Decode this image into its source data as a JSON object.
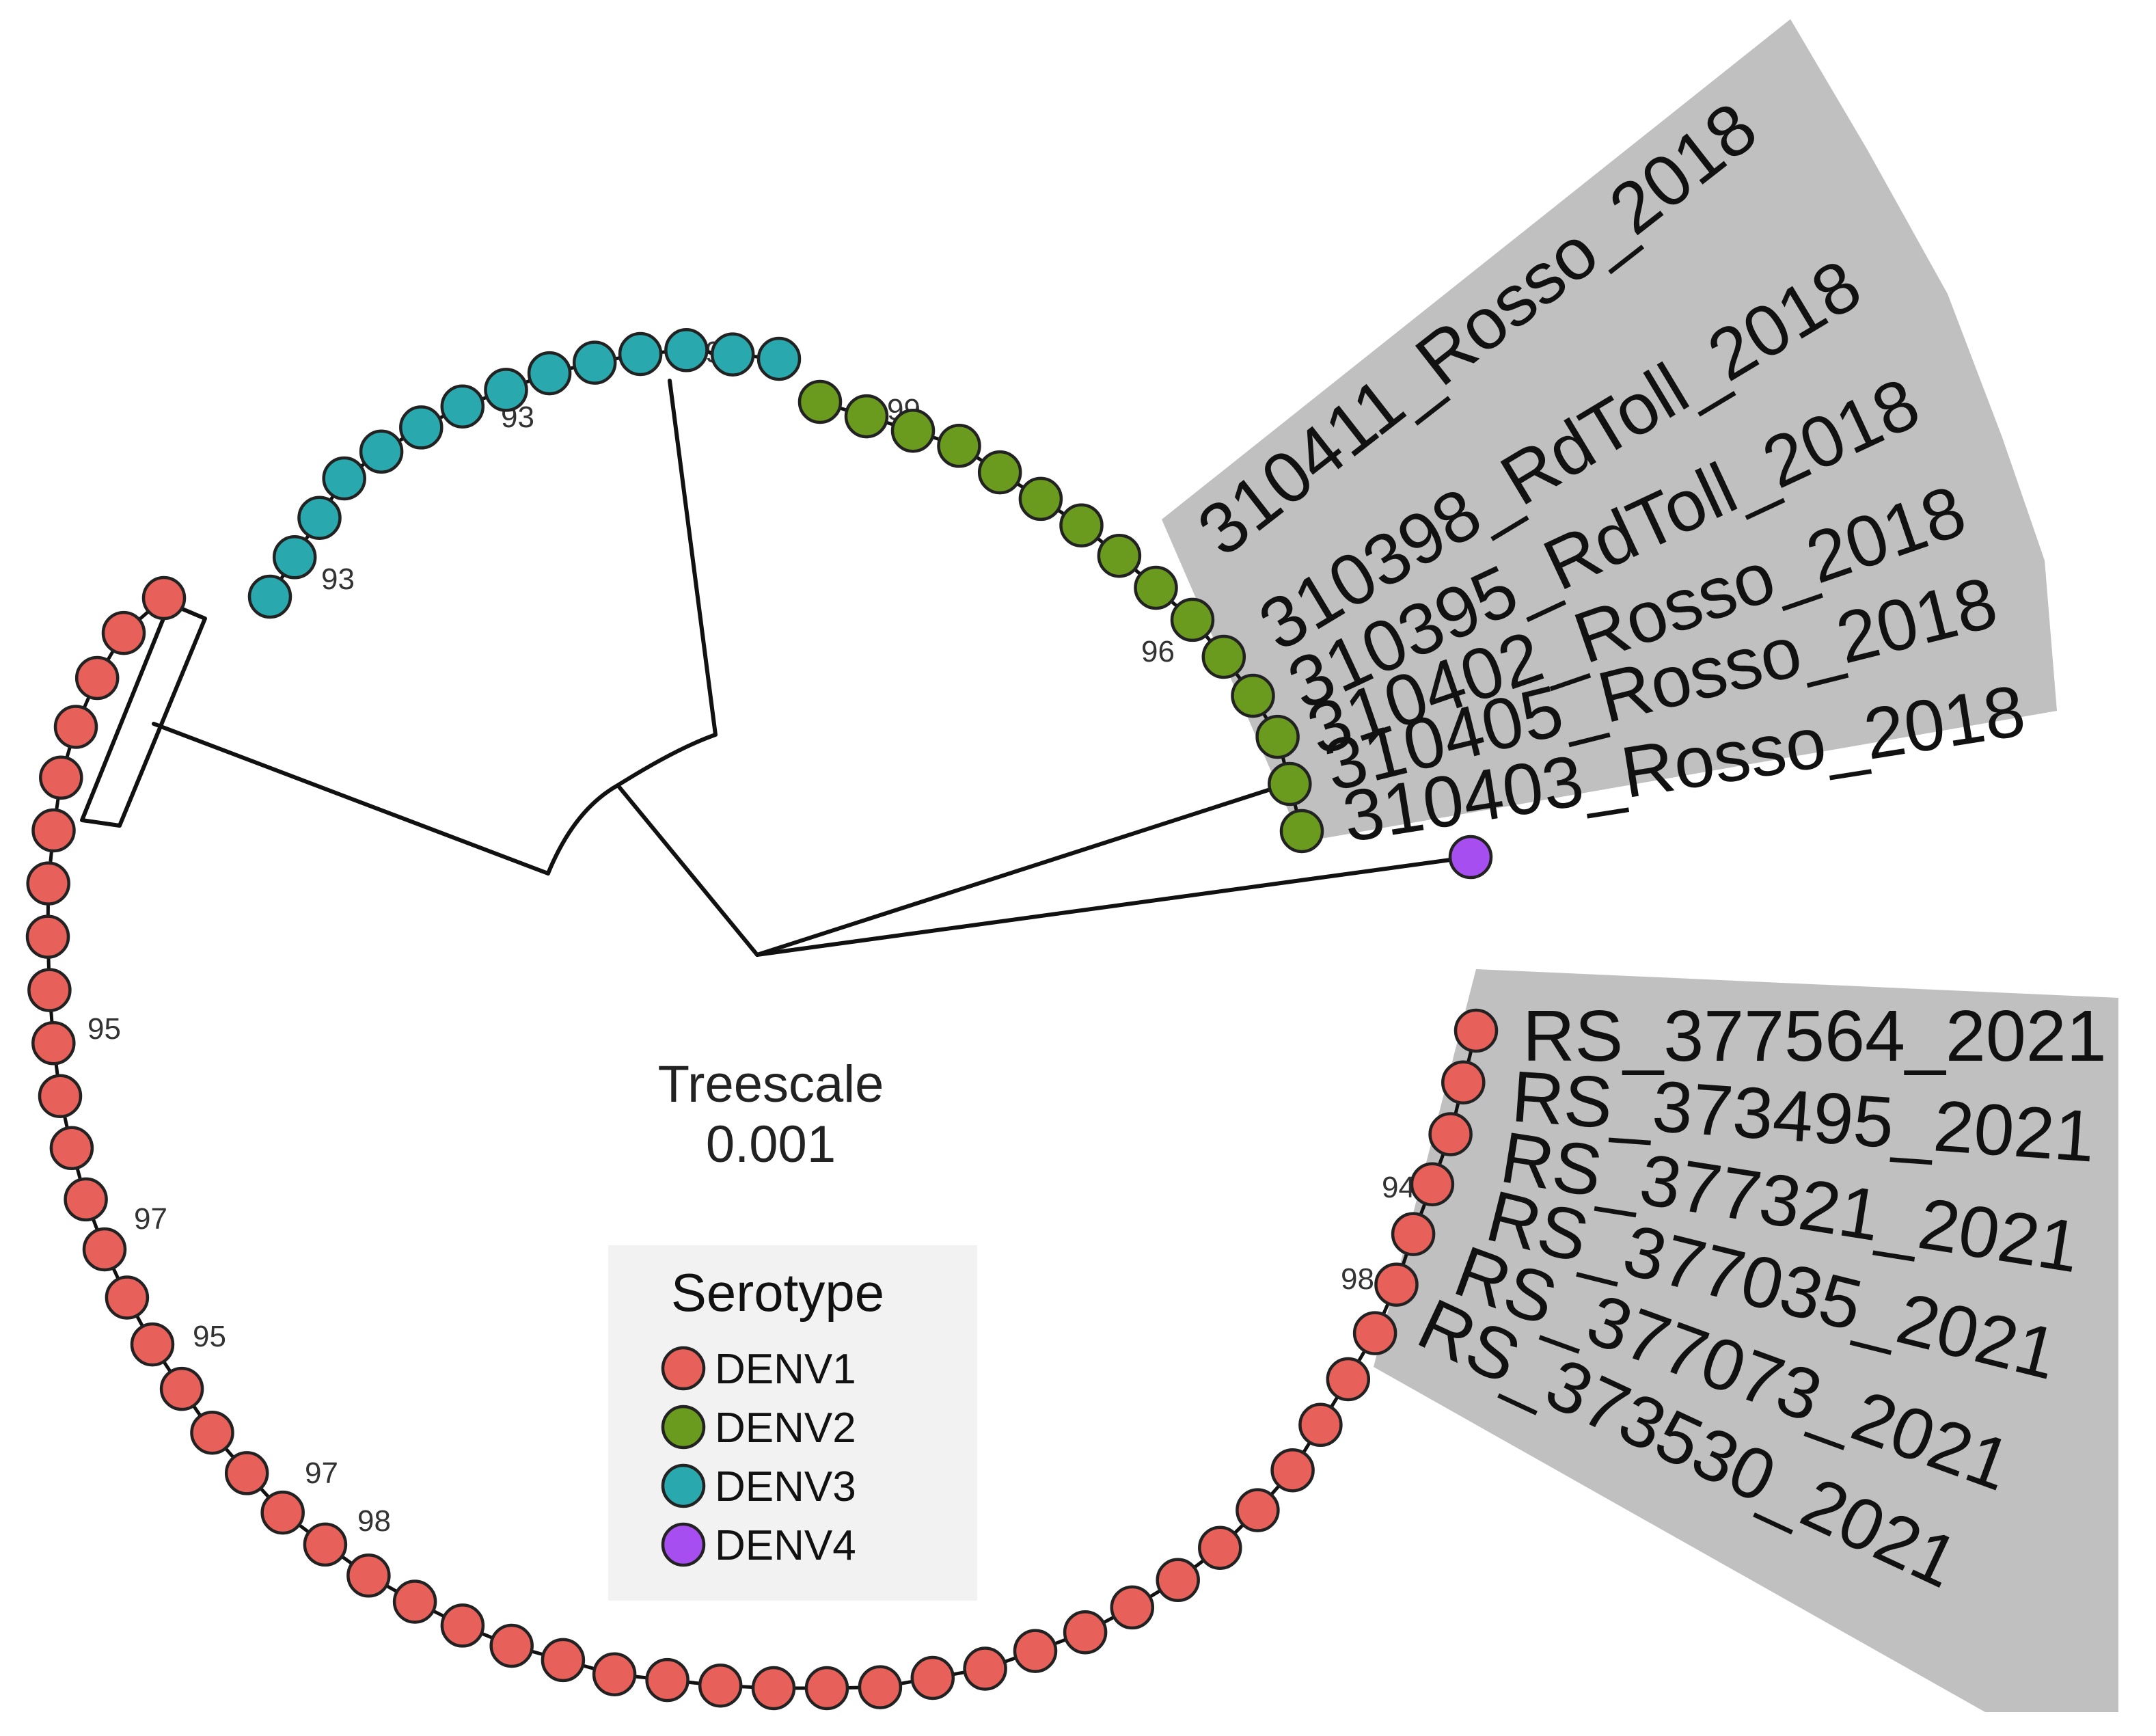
{
  "colors": {
    "DENV1": "#e8605a",
    "DENV2": "#6a9a1e",
    "DENV3": "#29a8ae",
    "DENV4": "#a64ef0",
    "highlight": "#c0c0c0",
    "legend_bg": "#f2f2f2"
  },
  "treescale": {
    "title": "Treescale",
    "value": "0.001"
  },
  "legend": {
    "title": "Serotype",
    "items": [
      {
        "label": "DENV1",
        "color": "#e8605a"
      },
      {
        "label": "DENV2",
        "color": "#6a9a1e"
      },
      {
        "label": "DENV3",
        "color": "#29a8ae"
      },
      {
        "label": "DENV4",
        "color": "#a64ef0"
      }
    ]
  },
  "clade_labels_2018": [
    "310411_Rosso_2018",
    "310398_RdToll_2018",
    "310395_RdToll_2018",
    "310402_Rosso_2018",
    "310405_Rosso_2018",
    "310403_Rosso_2018"
  ],
  "clade_labels_2021": [
    "RS_377564_2021",
    "RS_373495_2021",
    "RS_377321_2021",
    "RS_377035_2021",
    "RS_377073_2021",
    "RS_373530_2021"
  ],
  "bootstrap_values": [
    "93",
    "93",
    "99",
    "99",
    "96",
    "95",
    "97",
    "95",
    "97",
    "98",
    "94",
    "98"
  ],
  "tip_counts": {
    "DENV1": 50,
    "DENV2": 15,
    "DENV3": 14,
    "DENV4": 1
  }
}
